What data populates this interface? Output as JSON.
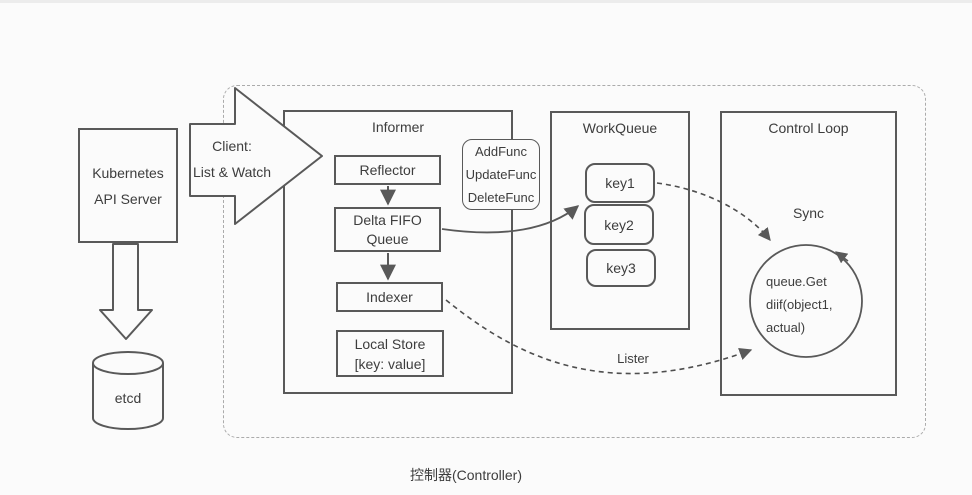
{
  "colors": {
    "background": "#fbfbfb",
    "stroke": "#595959",
    "text": "#3d3d3d",
    "dashed_border": "#ababab"
  },
  "api_server": {
    "line1": "Kubernetes",
    "line2": "API Server"
  },
  "etcd_label": "etcd",
  "client_arrow": {
    "line1": "Client:",
    "line2": "List & Watch"
  },
  "informer": {
    "title": "Informer",
    "reflector_label": "Reflector",
    "delta_fifo_line1": "Delta FIFO",
    "delta_fifo_line2": "Queue",
    "indexer_label": "Indexer",
    "local_store_line1": "Local Store",
    "local_store_line2": "[key: value]"
  },
  "handlers": {
    "add": "AddFunc",
    "update": "UpdateFunc",
    "delete": "DeleteFunc"
  },
  "workqueue": {
    "title": "WorkQueue",
    "keys": [
      "key1",
      "key2",
      "key3"
    ]
  },
  "control_loop": {
    "title": "Control Loop",
    "sync_label": "Sync",
    "loop_line1": "queue.Get",
    "loop_line2": "diif(object1,",
    "loop_line3": "actual)"
  },
  "lister_label": "Lister",
  "caption": "控制器(Controller)"
}
